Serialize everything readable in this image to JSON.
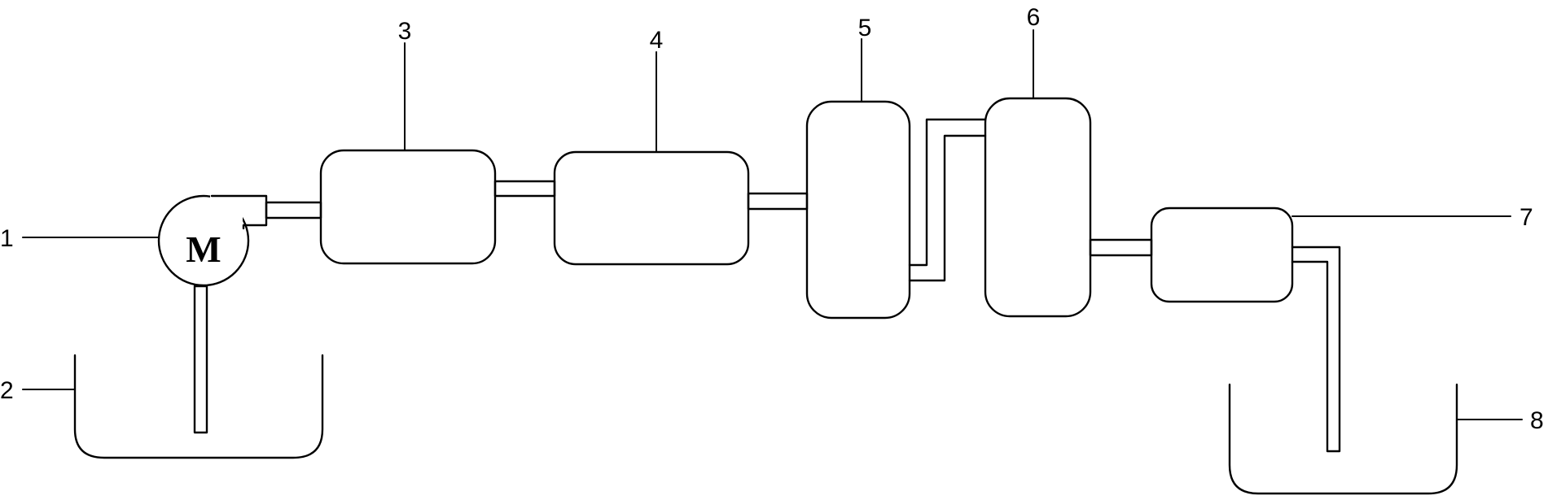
{
  "diagram": {
    "labels": {
      "pump": "1",
      "source_tank": "2",
      "unit_3": "3",
      "unit_4": "4",
      "unit_5": "5",
      "unit_6": "6",
      "outlet_7": "7",
      "collection_tank": "8"
    },
    "motor_letter": "M",
    "line_color": "#000000",
    "background_color": "#ffffff"
  }
}
